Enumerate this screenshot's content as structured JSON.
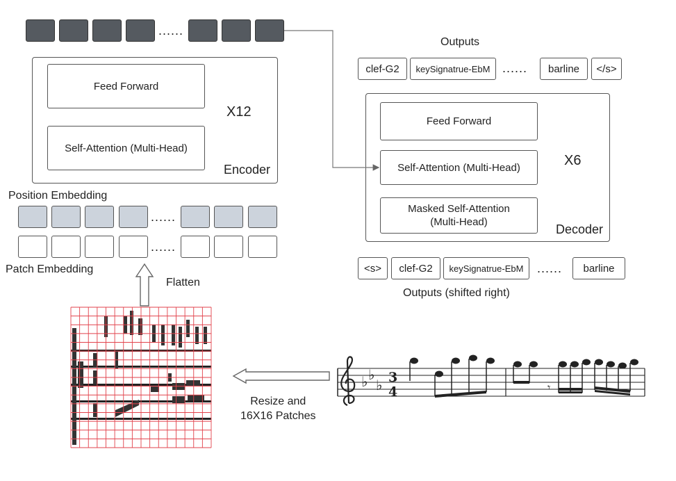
{
  "encoder": {
    "feed_forward": "Feed Forward",
    "self_attention": "Self-Attention (Multi-Head)",
    "repeat": "X12",
    "label": "Encoder"
  },
  "decoder": {
    "feed_forward": "Feed Forward",
    "self_attention": "Self-Attention (Multi-Head)",
    "masked_attention": "Masked Self-Attention (Multi-Head)",
    "repeat": "X6",
    "label": "Decoder"
  },
  "embeddings": {
    "position": "Position Embedding",
    "patch": "Patch Embedding",
    "ellipsis": "......"
  },
  "outputs": {
    "title": "Outputs",
    "tokens": [
      "clef-G2",
      "keySignatrue-EbM",
      "......",
      "barline",
      "</s>"
    ]
  },
  "outputs_shifted": {
    "title": "Outputs (shifted right)",
    "tokens": [
      "<s>",
      "clef-G2",
      "keySignatrue-EbM",
      "......",
      "barline"
    ]
  },
  "top_sequence": {
    "ellipsis": "......"
  },
  "flatten_label": "Flatten",
  "resize_label": "Resize and\n16X16 Patches",
  "colors": {
    "dark_patch": "#555a60",
    "blue_patch": "#ccd3dc",
    "grid_red": "#e2424b",
    "line": "#555555"
  }
}
